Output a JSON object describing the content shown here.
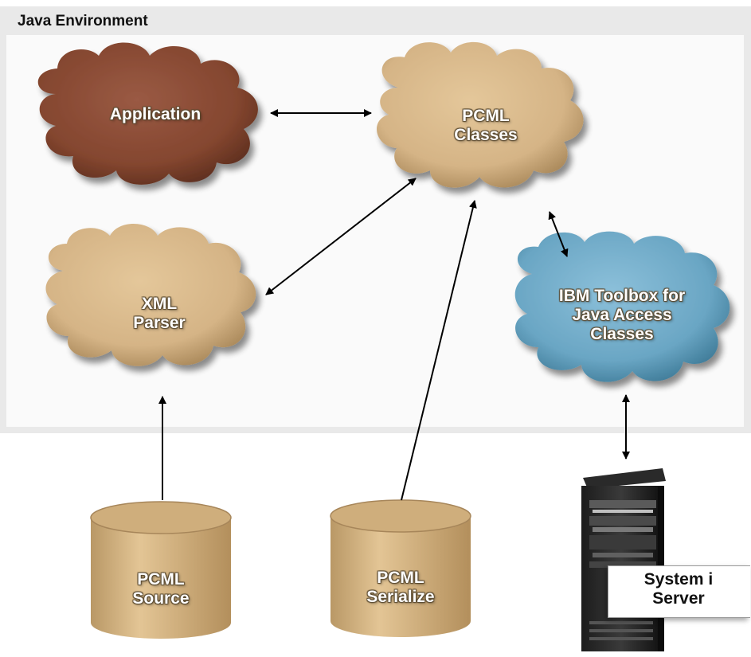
{
  "environment": {
    "title": "Java Environment"
  },
  "nodes": {
    "application": {
      "lines": [
        "Application"
      ]
    },
    "pcml_classes": {
      "lines": [
        "PCML",
        "Classes"
      ]
    },
    "xml_parser": {
      "lines": [
        "XML",
        "Parser"
      ]
    },
    "toolbox": {
      "lines": [
        "IBM Toolbox for",
        "Java Access",
        "Classes"
      ]
    },
    "pcml_source": {
      "lines": [
        "PCML",
        "Source"
      ]
    },
    "pcml_serialize": {
      "lines": [
        "PCML",
        "Serialize"
      ]
    },
    "server": {
      "lines": [
        "System i",
        "Server"
      ]
    }
  },
  "colors": {
    "application_cloud": "#8a4a36",
    "tan_cloud": "#d9b98a",
    "toolbox_cloud": "#6aa6c4",
    "cylinder": "#d6b685",
    "environment_bg": "#fafafa"
  }
}
